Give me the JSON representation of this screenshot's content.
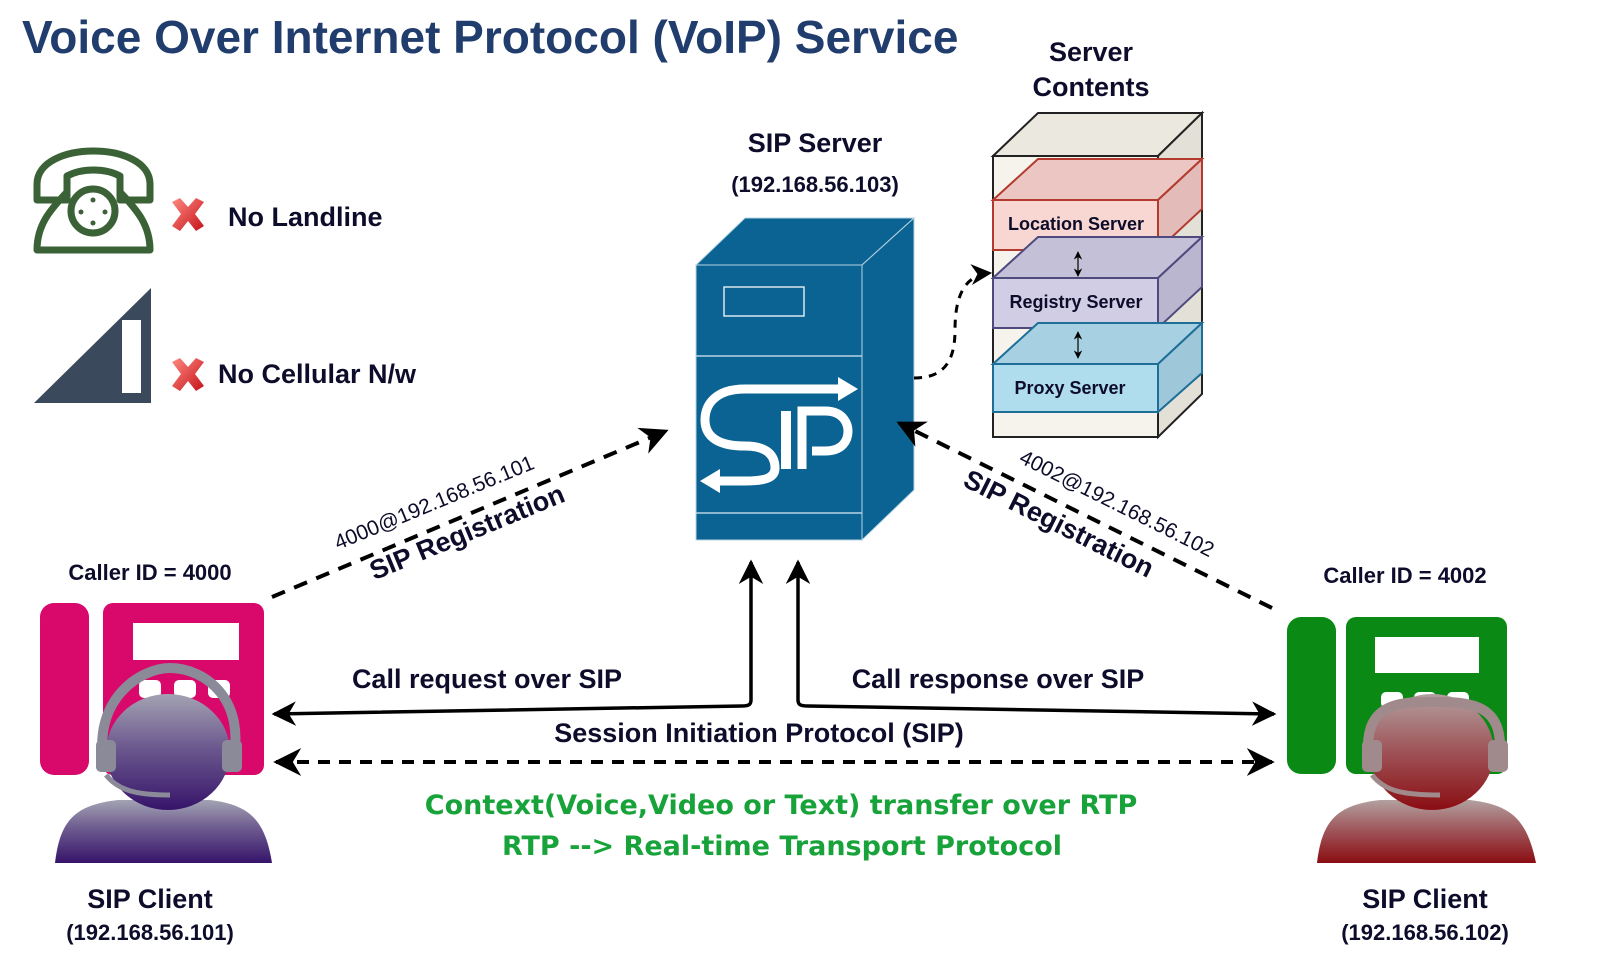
{
  "title": "Voice Over Internet Protocol (VoIP) Service",
  "legend": {
    "landline": {
      "icon": "landline-phone-icon",
      "status_icon": "red-x-icon",
      "label": "No Landline",
      "color": "#3b6136"
    },
    "cellular": {
      "icon": "cellular-signal-icon",
      "status_icon": "red-x-icon",
      "label": "No Cellular N/w",
      "color": "#3a4a5c"
    }
  },
  "sip_server": {
    "label": "SIP Server",
    "ip": "(192.168.56.103)",
    "logo_text": "SIP",
    "color": "#0b6393"
  },
  "server_contents": {
    "heading_line1": "Server",
    "heading_line2": "Contents",
    "layers": [
      {
        "label": "Location Server",
        "fill": "#f8d7d3",
        "stroke": "#b33a2d"
      },
      {
        "label": "Registry Server",
        "fill": "#d0cde4",
        "stroke": "#4f4a7e"
      },
      {
        "label": "Proxy Server",
        "fill": "#b0ddee",
        "stroke": "#1d6f97"
      }
    ]
  },
  "clients": [
    {
      "caller_id": "Caller ID = 4000",
      "label": "SIP Client",
      "ip": "(192.168.56.101)",
      "phone_color": "#d8096b",
      "person_color": "#3c1a6b",
      "registration_uri": "4000@192.168.56.101",
      "registration_label": "SIP Registration"
    },
    {
      "caller_id": "Caller ID = 4002",
      "label": "SIP Client",
      "ip": "(192.168.56.102)",
      "phone_color": "#0a8a14",
      "person_color": "#8a0d12",
      "registration_uri": "4002@192.168.56.102",
      "registration_label": "SIP Registration"
    }
  ],
  "flows": {
    "call_request": "Call request over SIP",
    "call_response": "Call response over SIP",
    "protocol": "Session Initiation Protocol (SIP)",
    "rtp_line1": "Context(Voice,Video or Text) transfer  over RTP",
    "rtp_line2": "RTP --> Real-time Transport Protocol"
  }
}
